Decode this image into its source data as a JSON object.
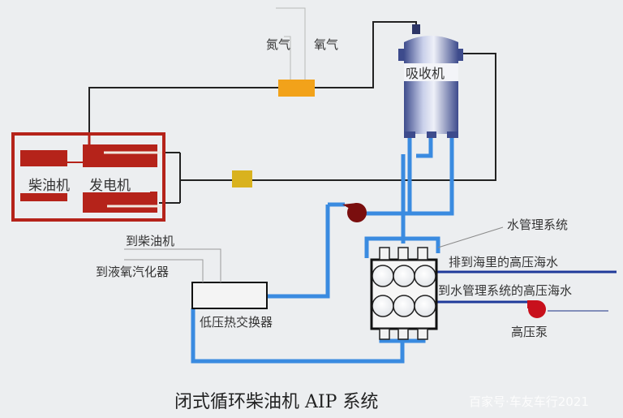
{
  "title": "闭式循环柴油机 AIP 系统",
  "watermark": "百家号·车友车行2021",
  "components": {
    "absorber": "吸收机",
    "diesel_engine": "柴油机",
    "generator": "发电机",
    "heat_exchanger": "低压热交换器",
    "high_pressure_pump": "高压泵"
  },
  "gas_labels": {
    "nitrogen": "氮气",
    "oxygen": "氧气"
  },
  "flow_labels": {
    "to_diesel": "到柴油机",
    "to_lox_vaporizer": "到液氧汽化器",
    "water_mgmt": "水管理系统",
    "discharge_seawater": "排到海里的高压海水",
    "to_water_mgmt_seawater": "到水管理系统的高压海水"
  },
  "colors": {
    "background": "#eceef0",
    "engine_red": "#b5231a",
    "pipe_blue": "#3a8be0",
    "seawater_navy": "#1f3a9a",
    "valve_orange": "#f2a21a",
    "valve_yellow": "#d9b21e",
    "pump_dark_red": "#7a0e0e",
    "pump_red": "#c8101c",
    "line_black": "#222222",
    "tank_blue": "#4a5798"
  }
}
